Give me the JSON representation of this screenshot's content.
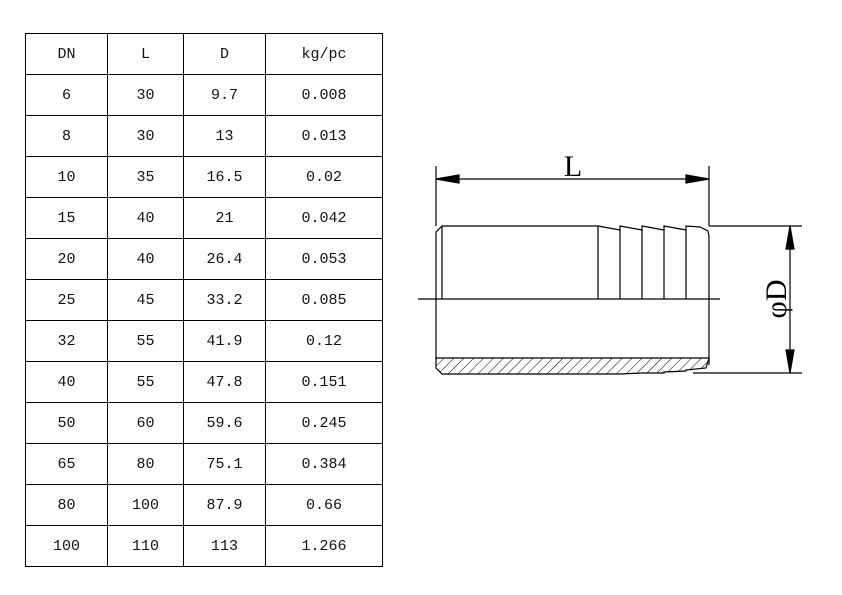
{
  "table": {
    "headers": [
      "DN",
      "L",
      "D",
      "kg/pc"
    ],
    "rows": [
      [
        "6",
        "30",
        "9.7",
        "0.008"
      ],
      [
        "8",
        "30",
        "13",
        "0.013"
      ],
      [
        "10",
        "35",
        "16.5",
        "0.02"
      ],
      [
        "15",
        "40",
        "21",
        "0.042"
      ],
      [
        "20",
        "40",
        "26.4",
        "0.053"
      ],
      [
        "25",
        "45",
        "33.2",
        "0.085"
      ],
      [
        "32",
        "55",
        "41.9",
        "0.12"
      ],
      [
        "40",
        "55",
        "47.8",
        "0.151"
      ],
      [
        "50",
        "60",
        "59.6",
        "0.245"
      ],
      [
        "65",
        "80",
        "75.1",
        "0.384"
      ],
      [
        "80",
        "100",
        "87.9",
        "0.66"
      ],
      [
        "100",
        "110",
        "113",
        "1.266"
      ]
    ]
  },
  "drawing": {
    "length_label": "L",
    "diameter_label": "φD"
  }
}
